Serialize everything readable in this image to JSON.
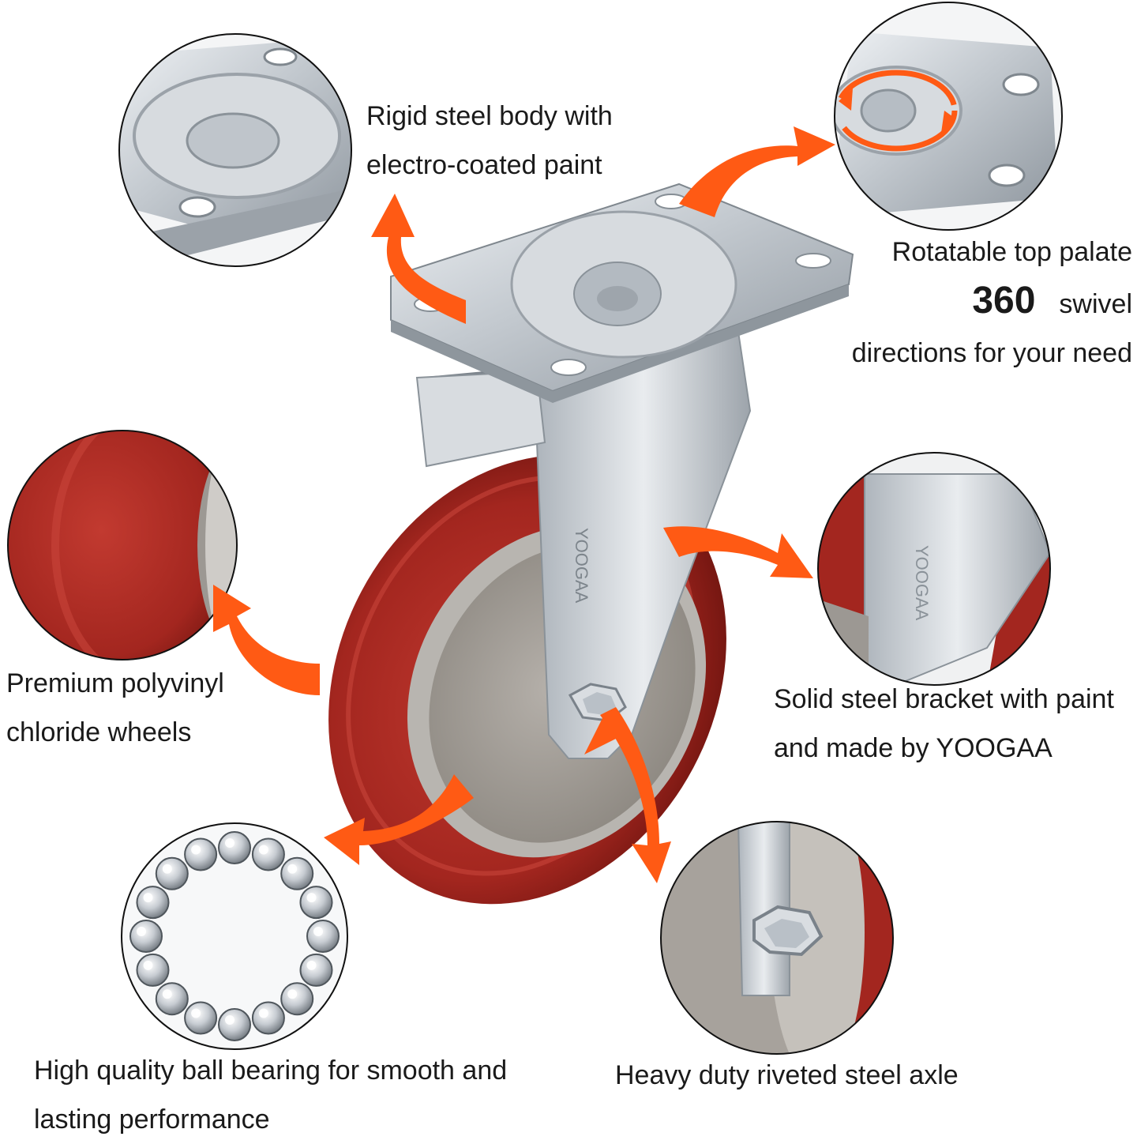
{
  "captions": {
    "rigid_body": {
      "line1": "Rigid steel body with",
      "line2": "electro-coated paint"
    },
    "rotatable": {
      "line1": "Rotatable top palate",
      "number": "360",
      "line2_rest": "swivel",
      "line3": "directions for your need"
    },
    "wheels": {
      "line1": "Premium polyvinyl",
      "line2": "chloride wheels"
    },
    "bracket": {
      "line1": "Solid steel bracket with paint",
      "line2": "and made by YOOGAA"
    },
    "bearing": {
      "line1": "High quality ball bearing for smooth and",
      "line2": "lasting performance"
    },
    "axle": {
      "line1": "Heavy duty riveted steel axle"
    }
  },
  "brand": {
    "logo_text": "YOOGAA"
  },
  "colors": {
    "arrow": "#ff5a14",
    "wheel_red": "#a3261f",
    "steel": "#c9ced3",
    "hub_gray": "#9a9590",
    "text": "#1a1a1a"
  },
  "icons": [
    "curved-arrow-icon",
    "swivel-arrow-icon",
    "hex-bolt-icon"
  ]
}
